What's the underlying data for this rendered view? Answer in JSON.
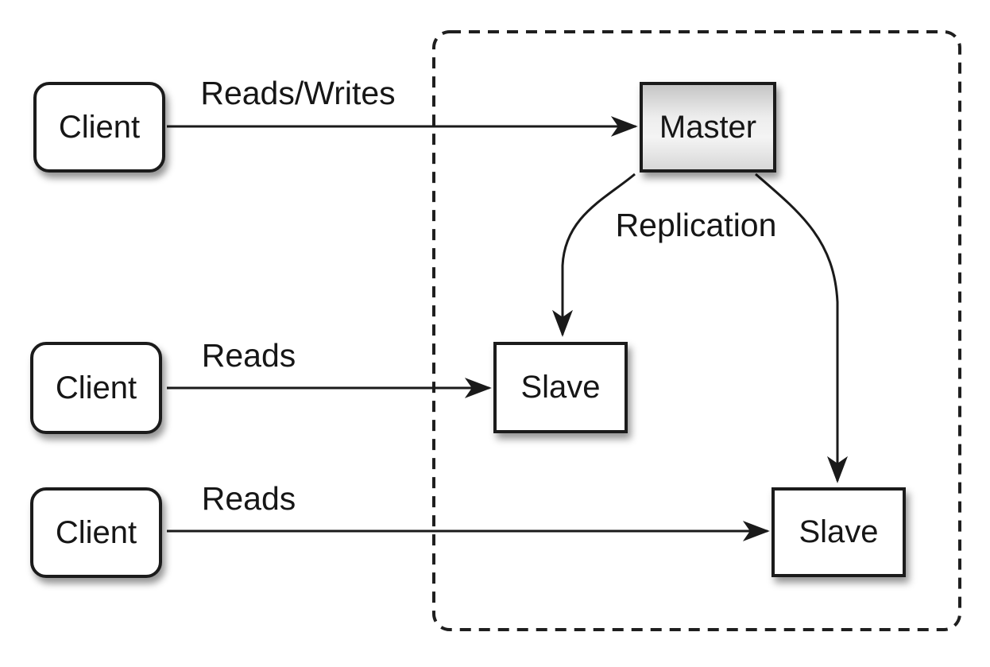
{
  "nodes": {
    "client1": {
      "label": "Client"
    },
    "client2": {
      "label": "Client"
    },
    "client3": {
      "label": "Client"
    },
    "master": {
      "label": "Master"
    },
    "slave1": {
      "label": "Slave"
    },
    "slave2": {
      "label": "Slave"
    }
  },
  "edges": {
    "reads_writes": {
      "label": "Reads/Writes",
      "from": "client1",
      "to": "master"
    },
    "reads_top": {
      "label": "Reads",
      "from": "client2",
      "to": "slave1"
    },
    "reads_bottom": {
      "label": "Reads",
      "from": "client3",
      "to": "slave2"
    },
    "replication": {
      "label": "Replication",
      "from": "master",
      "to": "slave1, slave2"
    }
  },
  "colors": {
    "background": "#ffffff",
    "stroke": "#1a1a1a",
    "node_fill": "#ffffff",
    "master_gradient_top": "#c6c6c6",
    "master_gradient_middle": "#f4f4f4",
    "master_gradient_bottom": "#d8d8d8",
    "shadow": "rgba(0,0,0,0.42)"
  }
}
